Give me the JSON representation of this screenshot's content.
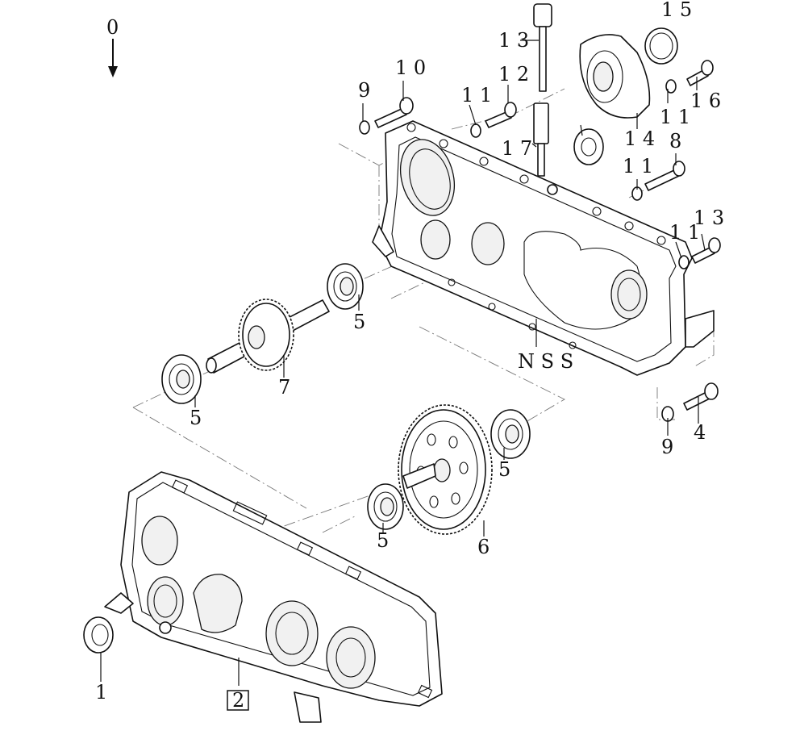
{
  "reference_number": "0",
  "labels": {
    "l1": "1",
    "l2": "2",
    "l4": "4",
    "l5a": "5",
    "l5b": "5",
    "l5c": "5",
    "l5d": "5",
    "l6": "6",
    "l7": "7",
    "l8": "8",
    "l9a": "9",
    "l9b": "9",
    "l10": "1 0",
    "l11a": "1 1",
    "l11b": "1 1",
    "l11c": "1 1",
    "l11d": "1 1",
    "l12": "1 2",
    "l13a": "1 3",
    "l13b": "1 3",
    "l14": "1 4",
    "l15": "1 5",
    "l16": "1 6",
    "l17": "1 7",
    "nss": "N S S"
  }
}
